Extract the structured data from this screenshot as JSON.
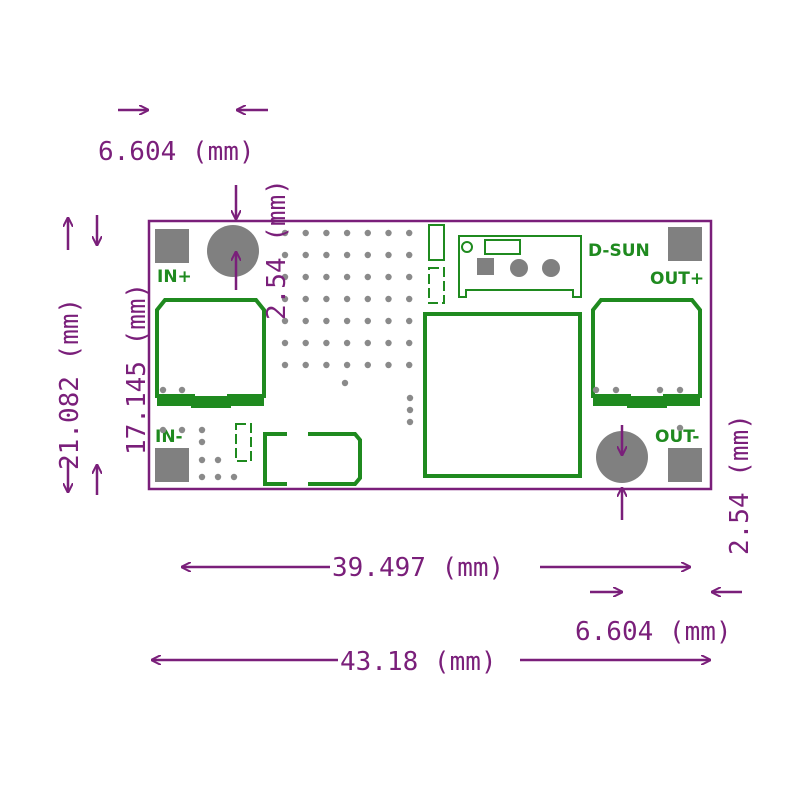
{
  "board": {
    "brand": "D-SUN",
    "labels": {
      "in_plus": "IN+",
      "in_minus": "IN-",
      "out_plus": "OUT+",
      "out_minus": "OUT-"
    }
  },
  "dimensions": {
    "top_hole_offset": "6.604 (mm)",
    "top_hole_vertical": "2.54 (mm)",
    "board_height": "21.082 (mm)",
    "hole_spacing_vertical": "17.145 (mm)",
    "bottom_hole_vertical": "2.54 (mm)",
    "hole_spacing_horizontal": "39.497 (mm)",
    "bottom_hole_offset": "6.604 (mm)",
    "board_width": "43.18 (mm)"
  },
  "colors": {
    "dimension": "#7a1f7a",
    "silkscreen": "#1f8a1f",
    "pad": "#808080"
  }
}
